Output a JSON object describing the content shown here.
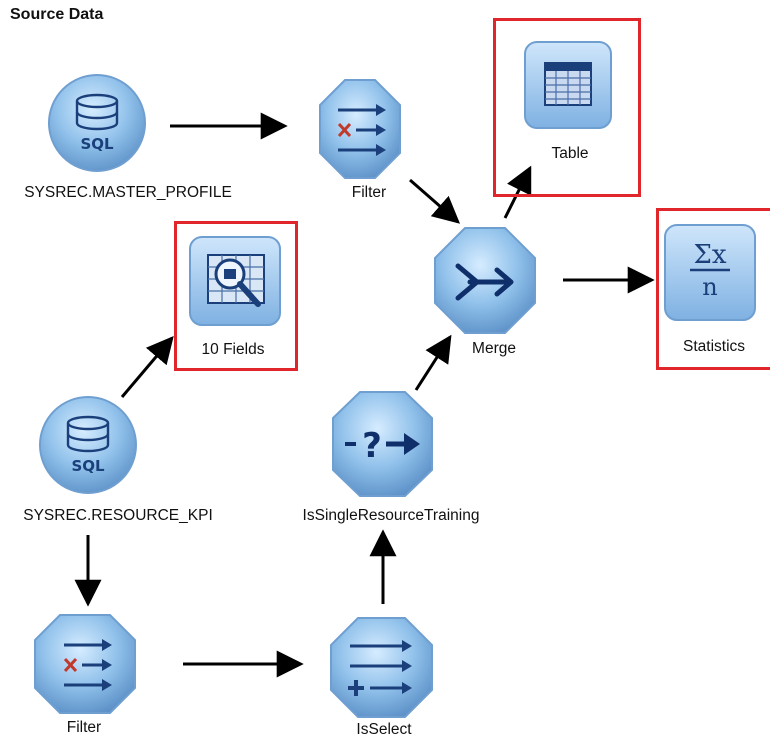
{
  "diagram": {
    "title": "Source Data",
    "nodes": {
      "sql_master": {
        "label": "SYSREC.MASTER_PROFILE",
        "icon": "database-sql-icon",
        "icon_text": "SQL"
      },
      "filter_top": {
        "label": "Filter",
        "icon": "filter-icon"
      },
      "table": {
        "label": "Table",
        "icon": "table-icon",
        "highlighted": true
      },
      "fields": {
        "label": "10 Fields",
        "icon": "data-audit-icon",
        "highlighted": true
      },
      "merge": {
        "label": "Merge",
        "icon": "merge-icon"
      },
      "statistics": {
        "label": "Statistics",
        "icon": "statistics-icon",
        "icon_text": "Σx / n",
        "highlighted": true
      },
      "sql_resource": {
        "label": "SYSREC.RESOURCE_KPI",
        "icon": "database-sql-icon",
        "icon_text": "SQL"
      },
      "is_single": {
        "label": "IsSingleResourceTraining",
        "icon": "derive-flag-icon"
      },
      "filter_bottom": {
        "label": "Filter",
        "icon": "filter-icon"
      },
      "is_select": {
        "label": "IsSelect",
        "icon": "derive-icon"
      }
    },
    "edges": [
      [
        "sql_master",
        "filter_top"
      ],
      [
        "filter_top",
        "merge"
      ],
      [
        "merge",
        "table"
      ],
      [
        "merge",
        "statistics"
      ],
      [
        "sql_resource",
        "fields"
      ],
      [
        "sql_resource",
        "filter_bottom"
      ],
      [
        "filter_bottom",
        "is_select"
      ],
      [
        "is_select",
        "is_single"
      ],
      [
        "is_single",
        "merge"
      ]
    ],
    "colors": {
      "highlight": "#e0262b",
      "node_fill": "#8fc0ea",
      "icon_ink": "#1a3f7a"
    }
  }
}
